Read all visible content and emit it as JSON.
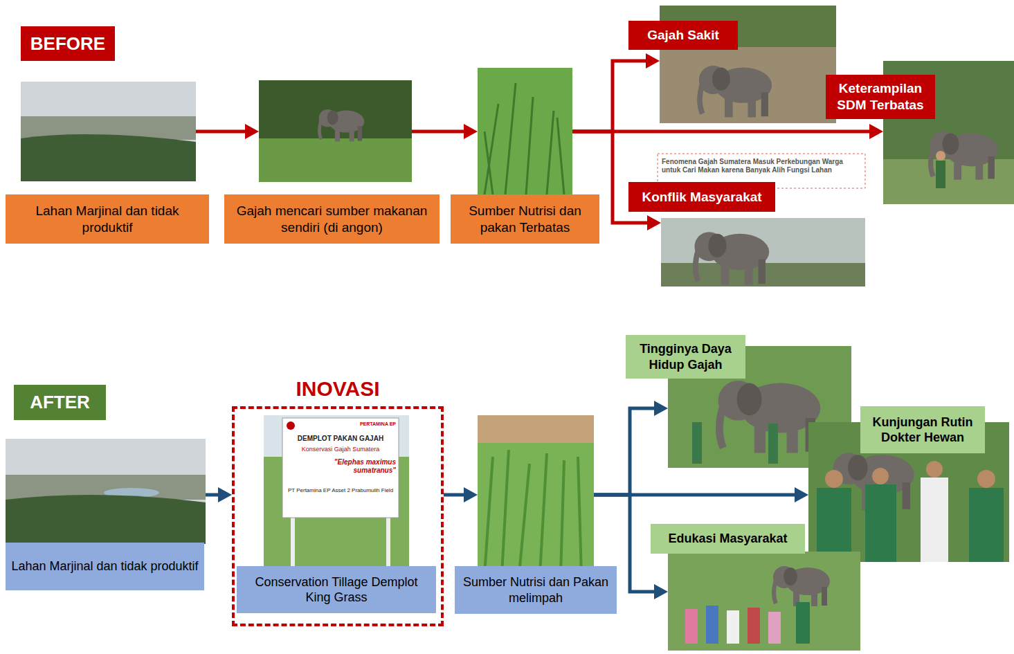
{
  "diagram": {
    "nodes": [
      {
        "text": [
          "BEFORE"
        ]
      },
      {
        "text": [
          "Lahan Marjinal dan tidak produktif"
        ]
      },
      {
        "text": [
          "Gajah mencari sumber makanan sendiri (di angon)"
        ]
      },
      {
        "text": [
          "Sumber Nutrisi dan pakan Terbatas"
        ]
      },
      {
        "text": [
          "Gajah Sakit"
        ]
      },
      {
        "text": [
          "Keterampilan SDM Terbatas"
        ]
      },
      {
        "text": [
          "Konflik Masyarakat"
        ]
      },
      {
        "text": [
          "AFTER"
        ]
      },
      {
        "text": [
          "Lahan Marjinal dan tidak produktif"
        ]
      },
      {
        "text": [
          "INOVASI"
        ]
      },
      {
        "text": [
          "Conservation Tillage Demplot King Grass"
        ],
        "in": 9
      },
      {
        "text": [
          "Sumber Nutrisi dan Pakan melimpah"
        ]
      },
      {
        "text": [
          "Tingginya Daya Hidup Gajah"
        ]
      },
      {
        "text": [
          "Kunjungan Rutin Dokter Hewan"
        ]
      },
      {
        "text": [
          "Edukasi Masyarakat"
        ]
      }
    ],
    "edges": [
      {
        "from": 1,
        "to": 2,
        "arrow": "to"
      },
      {
        "from": 2,
        "to": 3,
        "arrow": "to"
      },
      {
        "from": 3,
        "to": 4,
        "arrow": "to"
      },
      {
        "from": 3,
        "to": 5,
        "arrow": "to"
      },
      {
        "from": 3,
        "to": 6,
        "arrow": "to"
      },
      {
        "from": 8,
        "to": 9,
        "arrow": "to"
      },
      {
        "from": 9,
        "to": 11,
        "arrow": "to"
      },
      {
        "from": 11,
        "to": 12,
        "arrow": "to"
      },
      {
        "from": 11,
        "to": 13,
        "arrow": "to"
      },
      {
        "from": 11,
        "to": 14,
        "arrow": "to"
      }
    ],
    "labels": [
      "Fenomena Gajah Sumatera Masuk Perkebungan Warga untuk Cari Makan karena Banyak Alih Fungsi Lahan",
      "PERTAMINA EP",
      "DEMPLOT PAKAN GAJAH",
      "Konservasi Gajah Sumatera",
      "\"Elephas maximus sumatranus\"",
      "PT Pertamina EP Asset 2 Prabumulih Field"
    ]
  }
}
